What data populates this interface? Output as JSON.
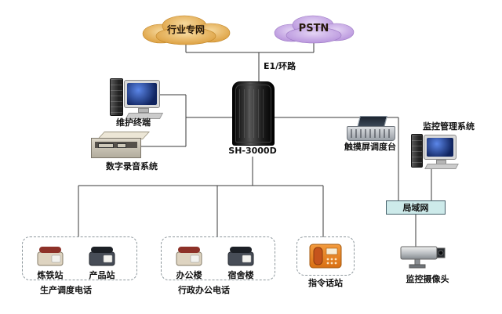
{
  "clouds": {
    "industry": {
      "label": "行业专网"
    },
    "pstn": {
      "label": "PSTN"
    }
  },
  "links": {
    "e1_label": "E1/环路"
  },
  "nodes": {
    "maintenance_terminal": {
      "label": "维护终端"
    },
    "recording_system": {
      "label": "数字录音系统"
    },
    "switch_cabinet": {
      "label": "SH-3000D"
    },
    "touch_console": {
      "label": "触摸屏调度台"
    },
    "monitoring_system": {
      "label": "监控管理系统"
    },
    "lan": {
      "label": "局域网"
    },
    "camera": {
      "label": "监控摄像头"
    }
  },
  "groups": {
    "production": {
      "stations": [
        "炼铁站",
        "产品站"
      ],
      "label": "生产调度电话"
    },
    "admin": {
      "stations": [
        "办公楼",
        "宿舍楼"
      ],
      "label": "行政办公电话"
    },
    "command": {
      "label": "指令话站"
    }
  },
  "colors": {
    "industry_cloud": "#e0a23c",
    "pstn_cloud": "#c3a3e3",
    "connector_line": "#3a3a3a",
    "lan_fill": "#cdeaea",
    "command_device": "#e8821e"
  }
}
